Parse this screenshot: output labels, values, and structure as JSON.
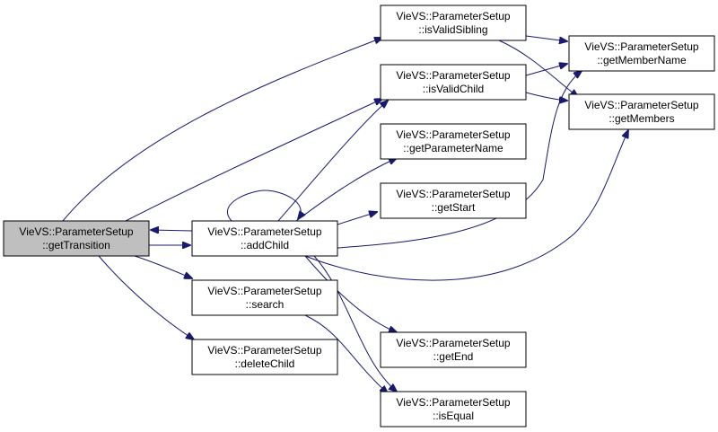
{
  "colors": {
    "node_fill": "#ffffff",
    "highlight_fill": "#bfbfbf",
    "node_border": "#000000",
    "edge": "#191970"
  },
  "nodes": {
    "getTransition": {
      "line1": "VieVS::ParameterSetup",
      "line2": "::getTransition",
      "highlighted": true
    },
    "addChild": {
      "line1": "VieVS::ParameterSetup",
      "line2": "::addChild"
    },
    "search": {
      "line1": "VieVS::ParameterSetup",
      "line2": "::search"
    },
    "deleteChild": {
      "line1": "VieVS::ParameterSetup",
      "line2": "::deleteChild"
    },
    "isValidSibling": {
      "line1": "VieVS::ParameterSetup",
      "line2": "::isValidSibling"
    },
    "isValidChild": {
      "line1": "VieVS::ParameterSetup",
      "line2": "::isValidChild"
    },
    "getParameterName": {
      "line1": "VieVS::ParameterSetup",
      "line2": "::getParameterName"
    },
    "getStart": {
      "line1": "VieVS::ParameterSetup",
      "line2": "::getStart"
    },
    "getEnd": {
      "line1": "VieVS::ParameterSetup",
      "line2": "::getEnd"
    },
    "isEqual": {
      "line1": "VieVS::ParameterSetup",
      "line2": "::isEqual"
    },
    "getMemberName": {
      "line1": "VieVS::ParameterSetup",
      "line2": "::getMemberName"
    },
    "getMembers": {
      "line1": "VieVS::ParameterSetup",
      "line2": "::getMembers"
    }
  },
  "edges": [
    {
      "from": "getTransition",
      "to": "addChild"
    },
    {
      "from": "addChild",
      "to": "getTransition"
    },
    {
      "from": "addChild",
      "to": "addChild"
    },
    {
      "from": "getTransition",
      "to": "isValidSibling"
    },
    {
      "from": "getTransition",
      "to": "isValidChild"
    },
    {
      "from": "getTransition",
      "to": "search"
    },
    {
      "from": "getTransition",
      "to": "deleteChild"
    },
    {
      "from": "addChild",
      "to": "isValidChild"
    },
    {
      "from": "addChild",
      "to": "getParameterName"
    },
    {
      "from": "addChild",
      "to": "getStart"
    },
    {
      "from": "addChild",
      "to": "getEnd"
    },
    {
      "from": "addChild",
      "to": "isEqual"
    },
    {
      "from": "addChild",
      "to": "getMemberName"
    },
    {
      "from": "addChild",
      "to": "getMembers"
    },
    {
      "from": "search",
      "to": "isEqual"
    },
    {
      "from": "isValidSibling",
      "to": "getMemberName"
    },
    {
      "from": "isValidSibling",
      "to": "getMembers"
    },
    {
      "from": "isValidChild",
      "to": "getMemberName"
    },
    {
      "from": "isValidChild",
      "to": "getMembers"
    }
  ]
}
